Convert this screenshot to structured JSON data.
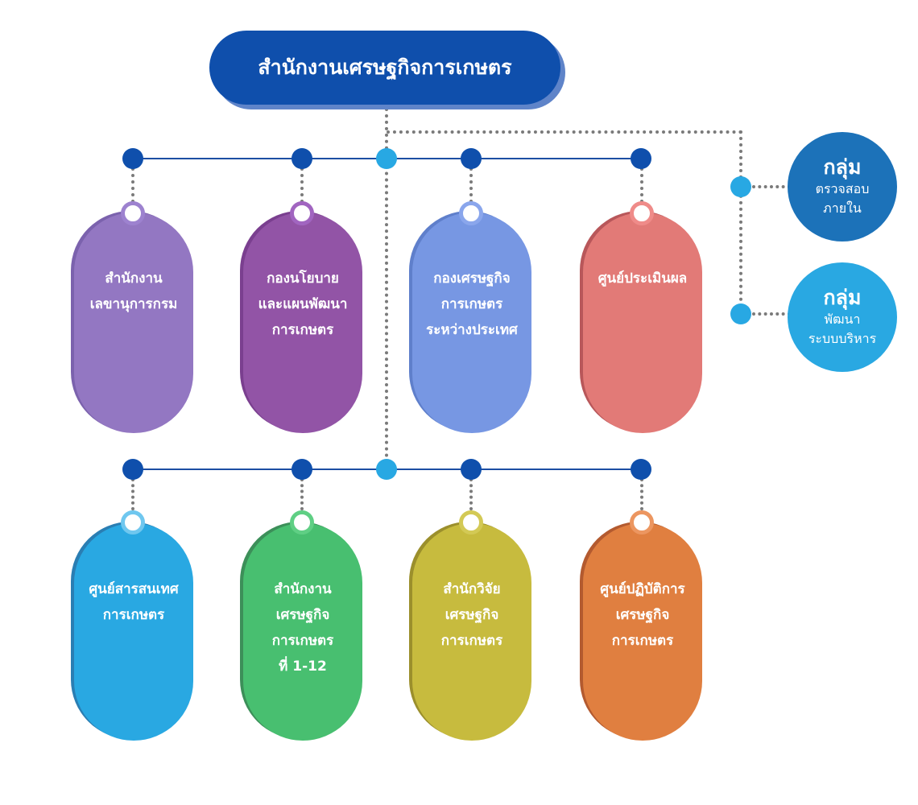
{
  "title": "สำนักงานเศรษฐกิจการเกษตร",
  "colors": {
    "navy": "#0f4fac",
    "light_blue": "#28a8e3",
    "line": "#1c4ea3",
    "dotted": "#7a7a7a"
  },
  "upper_row": [
    {
      "lines": [
        "สำนักงาน",
        "เลขานุการกรม"
      ],
      "color": "#9377c2",
      "shadow": "#7b62ad",
      "ring": "#9d82cf"
    },
    {
      "lines": [
        "กองนโยบาย",
        "และแผนพัฒนา",
        "การเกษตร"
      ],
      "color": "#9254a6",
      "shadow": "#7a3f8f",
      "ring": "#a165c0"
    },
    {
      "lines": [
        "กองเศรษฐกิจ",
        "การเกษตร",
        "ระหว่างประเทศ"
      ],
      "color": "#7797e3",
      "shadow": "#5f7fcb",
      "ring": "#8aa6ec"
    },
    {
      "lines": [
        "ศูนย์ประเมินผล"
      ],
      "color": "#e27a77",
      "shadow": "#b8575a",
      "ring": "#ef8b89"
    }
  ],
  "lower_row": [
    {
      "lines": [
        "ศูนย์สารสนเทศ",
        "การเกษตร"
      ],
      "color": "#29a8e2",
      "shadow": "#2a7eb3",
      "ring": "#6fc7ef"
    },
    {
      "lines": [
        "สำนักงาน",
        "เศรษฐกิจ",
        "การเกษตร",
        "ที่ 1-12"
      ],
      "color": "#48bf70",
      "shadow": "#3c8f59",
      "ring": "#5fcf84"
    },
    {
      "lines": [
        "สำนักวิจัย",
        "เศรษฐกิจ",
        "การเกษตร"
      ],
      "color": "#c7bb3e",
      "shadow": "#9b8f2c",
      "ring": "#d3c955"
    },
    {
      "lines": [
        "ศูนย์ปฏิบัติการ",
        "เศรษฐกิจ",
        "การเกษตร"
      ],
      "color": "#e07f40",
      "shadow": "#b35a2f",
      "ring": "#ec9660"
    }
  ],
  "side_groups": [
    {
      "heading": "กลุ่ม",
      "lines": [
        "ตรวจสอบ",
        "ภายใน"
      ],
      "color": "#1c72b9"
    },
    {
      "heading": "กลุ่ม",
      "lines": [
        "พัฒนา",
        "ระบบบริหาร"
      ],
      "color": "#29a8e2"
    }
  ]
}
